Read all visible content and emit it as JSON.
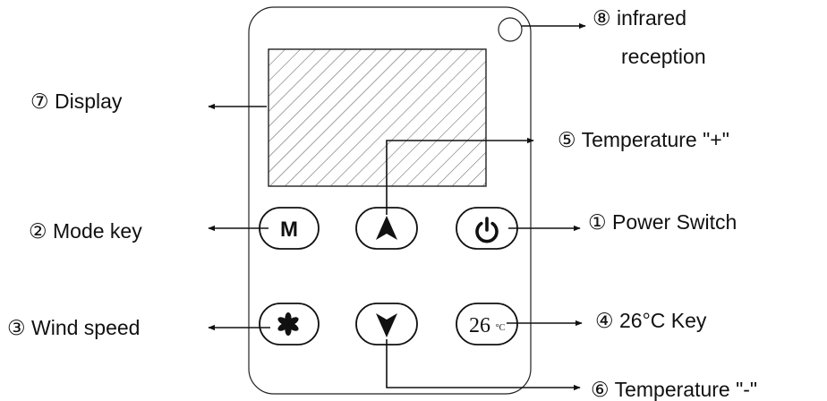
{
  "labels": {
    "infrared": [
      "⑧  infrared",
      "reception"
    ],
    "display": "⑦  Display",
    "temp_plus": "⑤  Temperature \"+\"",
    "mode_key": "②  Mode key",
    "power_switch": "① Power Switch",
    "wind_speed": "③  Wind speed",
    "key_26c": "④  26°C Key",
    "temp_minus": "⑥  Temperature \"-\""
  },
  "buttons": {
    "mode": "M",
    "temp_26": "26",
    "temp_26_unit": "°C"
  }
}
